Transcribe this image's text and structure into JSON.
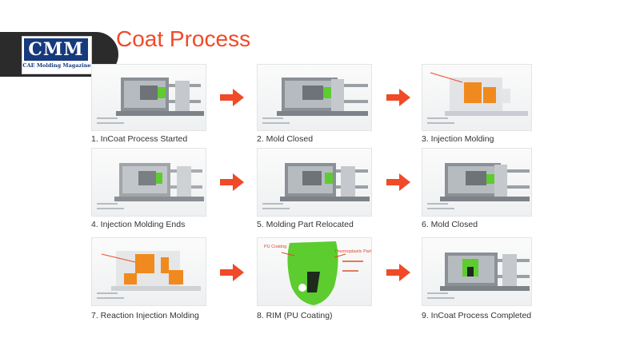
{
  "header": {
    "title": "Coat Process",
    "logo_word": "CMM",
    "logo_tagline": "CAE Molding Magazine"
  },
  "colors": {
    "accent": "#f04a28",
    "part_orange": "#f08a1e",
    "part_green": "#5ccc2e",
    "logo_blue": "#163a7c"
  },
  "steps": [
    {
      "caption": "1. InCoat Process Started"
    },
    {
      "caption": "2. Mold Closed"
    },
    {
      "caption": "3. Injection Molding"
    },
    {
      "caption": "4. Injection Molding Ends"
    },
    {
      "caption": "5. Molding Part Relocated"
    },
    {
      "caption": "6. Mold Closed"
    },
    {
      "caption": "7. Reaction Injection Molding"
    },
    {
      "caption": "8. RIM (PU Coating)"
    },
    {
      "caption": "9. InCoat Process Completed"
    }
  ],
  "rim_labels": {
    "pu_coating": "PU Coating",
    "thermoplastic_part": "Thermoplastic Part"
  }
}
